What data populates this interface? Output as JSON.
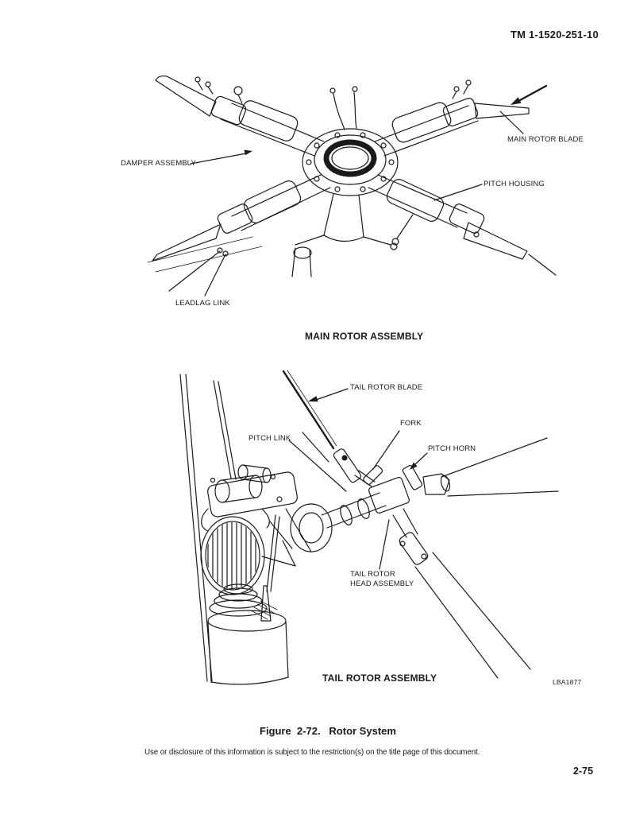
{
  "document": {
    "tm_number": "TM 1-1520-251-10",
    "figure_caption": "Figure  2-72.   Rotor System",
    "footer_notice": "Use or disclosure of this information is subject to the restriction(s) on the title page of this document.",
    "page_number": "2-75",
    "artwork_id": "LBA1877"
  },
  "main_rotor_assembly": {
    "title": "MAIN ROTOR ASSEMBLY",
    "callouts": {
      "damper_assembly": "DAMPER ASSEMBLY",
      "main_rotor_blade": "MAIN ROTOR BLADE",
      "pitch_housing": "PITCH HOUSING",
      "leadlag_link": "LEADLAG LINK"
    }
  },
  "tail_rotor_assembly": {
    "title": "TAIL ROTOR ASSEMBLY",
    "callouts": {
      "tail_rotor_blade": "TAIL ROTOR BLADE",
      "fork": "FORK",
      "pitch_link": "PITCH LINK",
      "pitch_horn": "PITCH HORN",
      "tail_rotor_head_assembly": "TAIL ROTOR\nHEAD ASSEMBLY"
    }
  },
  "colors": {
    "ink": "#1a1a1a",
    "paper": "#ffffff"
  }
}
